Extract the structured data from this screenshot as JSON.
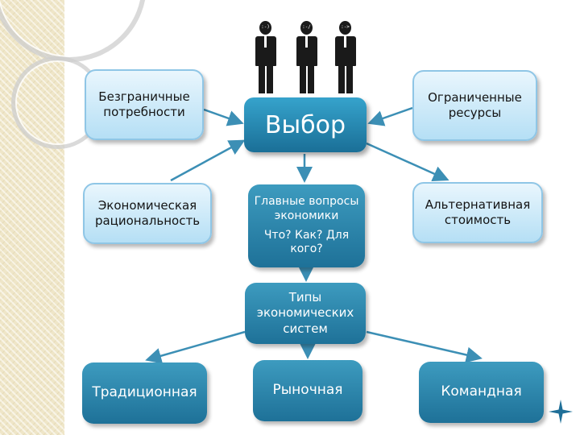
{
  "diagram": {
    "center": "Выбор",
    "faces": [
      ":-)",
      ":-/",
      ":->"
    ],
    "left_top": "Безграничные потребности",
    "right_top": "Ограниченные ресурсы",
    "left_mid": "Экономическая рациональность",
    "right_mid": "Альтернативная стоимость",
    "questions": {
      "title": "Главные вопросы экономики",
      "items": "Что? Как? Для кого?"
    },
    "types_title": "Типы экономических систем",
    "types": [
      "Традиционная",
      "Рыночная",
      "Командная"
    ]
  },
  "colors": {
    "arrow": "#3c8fb5",
    "dark_box": "#1e7198",
    "light_box": "#b5dff5"
  }
}
